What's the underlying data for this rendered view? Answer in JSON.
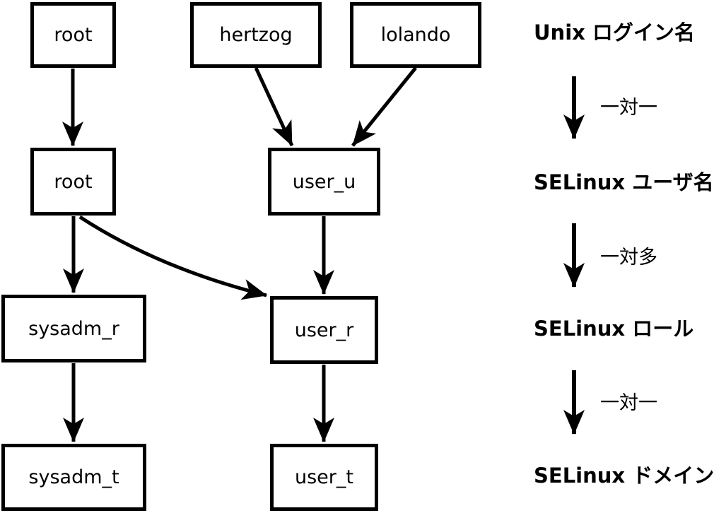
{
  "diagram": {
    "title_semantic": "Mapping between Unix login names, SELinux users, roles and domains",
    "colors": {
      "line": "#000000",
      "background": "#ffffff",
      "text": "#000000"
    },
    "nodes": {
      "unix_root": "root",
      "unix_hertzog": "hertzog",
      "unix_lolando": "lolando",
      "selinux_root": "root",
      "selinux_user_u": "user_u",
      "role_sysadm_r": "sysadm_r",
      "role_user_r": "user_r",
      "domain_sysadm_t": "sysadm_t",
      "domain_user_t": "user_t"
    },
    "edges": [
      {
        "from": "unix_root",
        "to": "selinux_root"
      },
      {
        "from": "unix_hertzog",
        "to": "selinux_user_u"
      },
      {
        "from": "unix_lolando",
        "to": "selinux_user_u"
      },
      {
        "from": "selinux_root",
        "to": "role_sysadm_r"
      },
      {
        "from": "selinux_root",
        "to": "role_user_r"
      },
      {
        "from": "selinux_user_u",
        "to": "role_user_r"
      },
      {
        "from": "role_sysadm_r",
        "to": "domain_sysadm_t"
      },
      {
        "from": "role_user_r",
        "to": "domain_user_t"
      }
    ],
    "legend": {
      "level1": "Unix ログイン名",
      "rel1": "一対一",
      "level2": "SELinux ユーザ名",
      "rel2": "一対多",
      "level3": "SELinux ロール",
      "rel3": "一対一",
      "level4": "SELinux ドメイン"
    }
  }
}
